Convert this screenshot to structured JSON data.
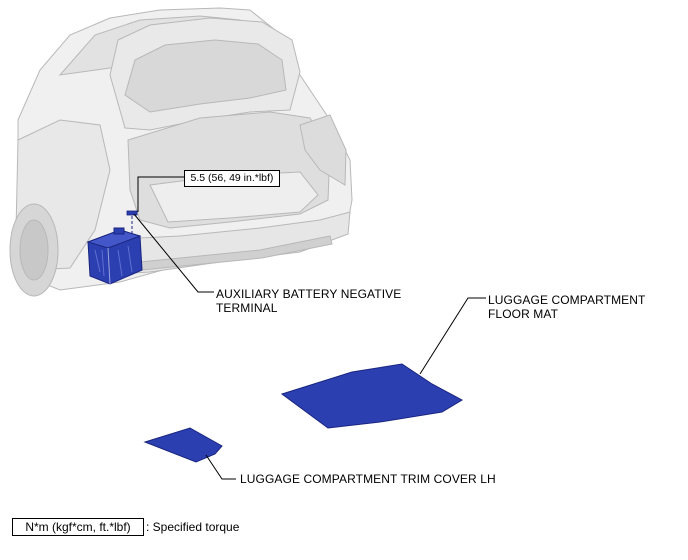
{
  "torque_spec": "5.5 (56, 49 in.*lbf)",
  "labels": {
    "aux_battery_line1": "AUXILIARY  BATTERY NEGATIVE",
    "aux_battery_line2": "TERMINAL",
    "floor_mat_line1": "LUGGAGE COMPARTMENT",
    "floor_mat_line2": "FLOOR MAT",
    "trim_cover": "LUGGAGE COMPARTMENT TRIM COVER LH"
  },
  "legend": {
    "unit": "N*m (kgf*cm, ft.*lbf)",
    "description": ": Specified torque"
  },
  "colors": {
    "part_fill": "#2b3fb0",
    "part_stroke": "#1a2580",
    "car_fill": "#eaeaea",
    "car_stroke": "#b5b5b5"
  }
}
